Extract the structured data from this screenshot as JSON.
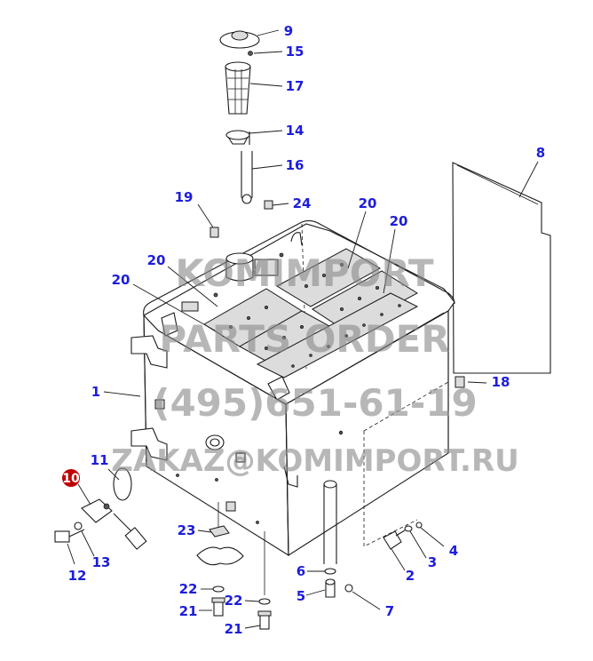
{
  "colors": {
    "callout": "#1d1ddb",
    "line": "#1a1a1a",
    "watermark": "#8a8a8a",
    "highlight_badge": "#c00000"
  },
  "callouts": [
    {
      "id": "c9",
      "text": "9"
    },
    {
      "id": "c15",
      "text": "15"
    },
    {
      "id": "c17",
      "text": "17"
    },
    {
      "id": "c14",
      "text": "14"
    },
    {
      "id": "c16",
      "text": "16"
    },
    {
      "id": "c8",
      "text": "8"
    },
    {
      "id": "c19",
      "text": "19"
    },
    {
      "id": "c24",
      "text": "24"
    },
    {
      "id": "c20a",
      "text": "20"
    },
    {
      "id": "c20b",
      "text": "20"
    },
    {
      "id": "c20c",
      "text": "20"
    },
    {
      "id": "c20d",
      "text": "20"
    },
    {
      "id": "c1",
      "text": "1"
    },
    {
      "id": "c18",
      "text": "18"
    },
    {
      "id": "c11",
      "text": "11"
    },
    {
      "id": "c10",
      "text": "10"
    },
    {
      "id": "c12",
      "text": "12"
    },
    {
      "id": "c13",
      "text": "13"
    },
    {
      "id": "c23",
      "text": "23"
    },
    {
      "id": "c22a",
      "text": "22"
    },
    {
      "id": "c22b",
      "text": "22"
    },
    {
      "id": "c21a",
      "text": "21"
    },
    {
      "id": "c21b",
      "text": "21"
    },
    {
      "id": "c6",
      "text": "6"
    },
    {
      "id": "c5",
      "text": "5"
    },
    {
      "id": "c7",
      "text": "7"
    },
    {
      "id": "c2",
      "text": "2"
    },
    {
      "id": "c3",
      "text": "3"
    },
    {
      "id": "c4",
      "text": "4"
    }
  ],
  "watermark": {
    "line1": "KOMIMPORT",
    "line2": "PARTS ORDER",
    "line3": "(495)651-61-19",
    "line4": "ZAKAZ@KOMIMPORT.RU"
  }
}
